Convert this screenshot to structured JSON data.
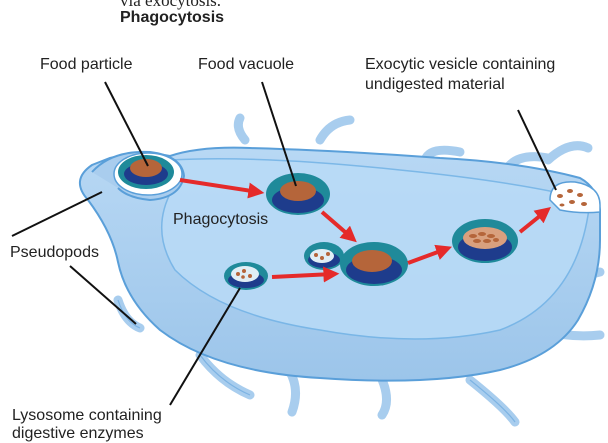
{
  "cut_text": "via exocytosis.",
  "title": "Phagocytosis",
  "labels": {
    "food_particle": "Food particle",
    "food_vacuole": "Food vacuole",
    "exocytic_line1": "Exocytic vesicle containing",
    "exocytic_line2": "undigested material",
    "phagocytosis": "Phagocytosis",
    "pseudopods": "Pseudopods",
    "lysosome_line1": "Lysosome containing",
    "lysosome_line2": "digestive enzymes"
  },
  "colors": {
    "cell_body": "#a9cdee",
    "cell_outline": "#5a9fd9",
    "vacuole_outer": "#1f8a9a",
    "vacuole_inner": "#1e3c8c",
    "food": "#b5653a",
    "arrow": "#e52a2a"
  }
}
